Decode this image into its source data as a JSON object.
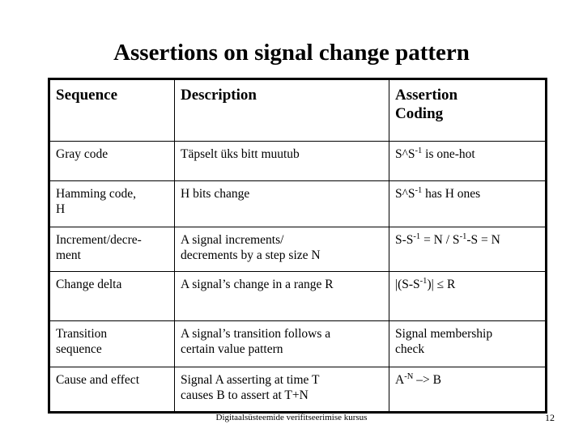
{
  "slide": {
    "title": "Assertions on signal change pattern"
  },
  "table": {
    "headers": {
      "col1": "Sequence",
      "col2": "Description",
      "col3_line1": "Assertion",
      "col3_line2": "Coding"
    },
    "rows": [
      {
        "sequence": "Gray code",
        "description": "Täpselt üks bitt muutub",
        "assertion_pre": "S^S",
        "assertion_sup": "-1",
        "assertion_post": " is one-hot",
        "assertion_plain": "S^S-1 is one-hot"
      },
      {
        "sequence_line1": "Hamming code,",
        "sequence_line2": "H",
        "sequence": "Hamming code, H",
        "description": "H bits change",
        "assertion_pre": "S^S",
        "assertion_sup": "-1",
        "assertion_post": " has H ones",
        "assertion_plain": "S^S-1 has H ones"
      },
      {
        "sequence_line1": "Increment/decre-",
        "sequence_line2": "ment",
        "sequence": "Increment/decrement",
        "description_line1": "A signal increments/",
        "description_line2": "decrements by a step size N",
        "description": "A signal increments/ decrements by a step size N",
        "assertion_a_pre": "S-S",
        "assertion_a_sup": "-1",
        "assertion_mid": " = N / S",
        "assertion_b_sup": "-1",
        "assertion_post": "-S = N",
        "assertion_plain": "S-S-1 = N / S-1-S = N"
      },
      {
        "sequence": "Change delta",
        "description": "A signal’s change in a range R",
        "assertion_pre": "|(S-S",
        "assertion_sup": "-1",
        "assertion_post": ")|  ≤  R",
        "assertion_plain": "|(S-S-1)| ≤ R"
      },
      {
        "sequence_line1": "Transition",
        "sequence_line2": "sequence",
        "sequence": "Transition sequence",
        "description_line1": "A signal’s transition follows a",
        "description_line2": "certain value pattern",
        "description": "A signal’s transition follows a certain value pattern",
        "assertion_line1": "Signal membership",
        "assertion_line2": "check",
        "assertion_plain": "Signal membership check"
      },
      {
        "sequence": "Cause and effect",
        "description_line1": "Signal A asserting at time T",
        "description_line2": "causes B to assert at T+N",
        "description": "Signal A asserting at time T causes B to assert at T+N",
        "assertion_pre": "A",
        "assertion_sup": "-N",
        "assertion_post": " –> B",
        "assertion_plain": "A-N -> B"
      }
    ]
  },
  "footer": {
    "course": "Digitaalsüsteemide verifitseerimise kursus",
    "page_number": "12"
  }
}
